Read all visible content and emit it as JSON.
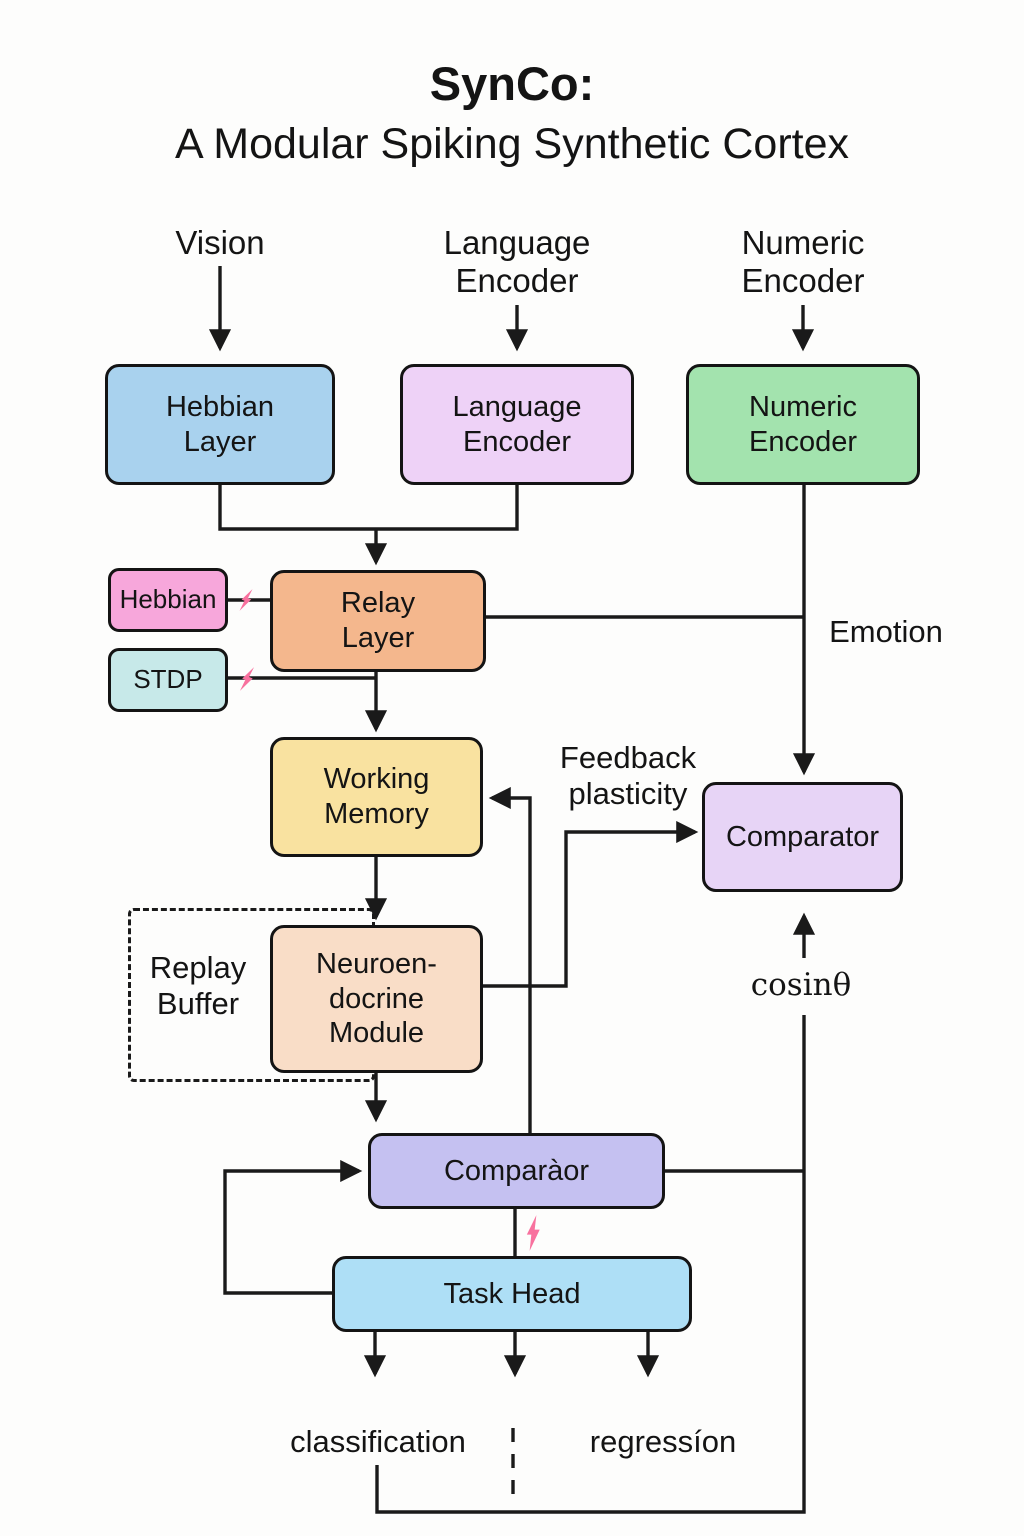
{
  "title": {
    "heading": "SynCo:",
    "subheading": "A Modular Spiking Synthetic Cortex"
  },
  "input_labels": {
    "vision": "Vision",
    "language": "Language\nEncoder",
    "numeric": "Numeric\nEncoder"
  },
  "nodes": {
    "hebbian_layer": {
      "label": "Hebbian\nLayer",
      "color": "#a9d2ee"
    },
    "language_encoder": {
      "label": "Language\nEncoder",
      "color": "#eed2f7"
    },
    "numeric_encoder": {
      "label": "Numeric\nEncoder",
      "color": "#a3e3ae"
    },
    "relay_layer": {
      "label": "Relay\nLayer",
      "color": "#f4b78d"
    },
    "hebbian_rule": {
      "label": "Hebbian",
      "color": "#f7a7db"
    },
    "stdp_rule": {
      "label": "STDP",
      "color": "#c7e9e9"
    },
    "working_memory": {
      "label": "Working\nMemory",
      "color": "#f9e2a0"
    },
    "neuroendocrine_module": {
      "label": "Neuroen-\ndocrine\nModule",
      "color": "#f9ddc7"
    },
    "comparator_right": {
      "label": "Comparator",
      "color": "#e7d4f6"
    },
    "comparator_bottom": {
      "label": "Comparàor",
      "color": "#c5c1f1"
    },
    "task_head": {
      "label": "Task Head",
      "color": "#aedff6"
    }
  },
  "annotations": {
    "emotion": "Emotion",
    "feedback_plasticity": "Feedback\nplasticity",
    "replay_buffer": "Replay\nBuffer",
    "cosine_similarity": "cosinθ",
    "output_classification": "classification",
    "output_regression": "regressíon"
  },
  "colors": {
    "line": "#1a1a1a",
    "lightning": "#f8719e",
    "background": "#fdfdfc"
  }
}
